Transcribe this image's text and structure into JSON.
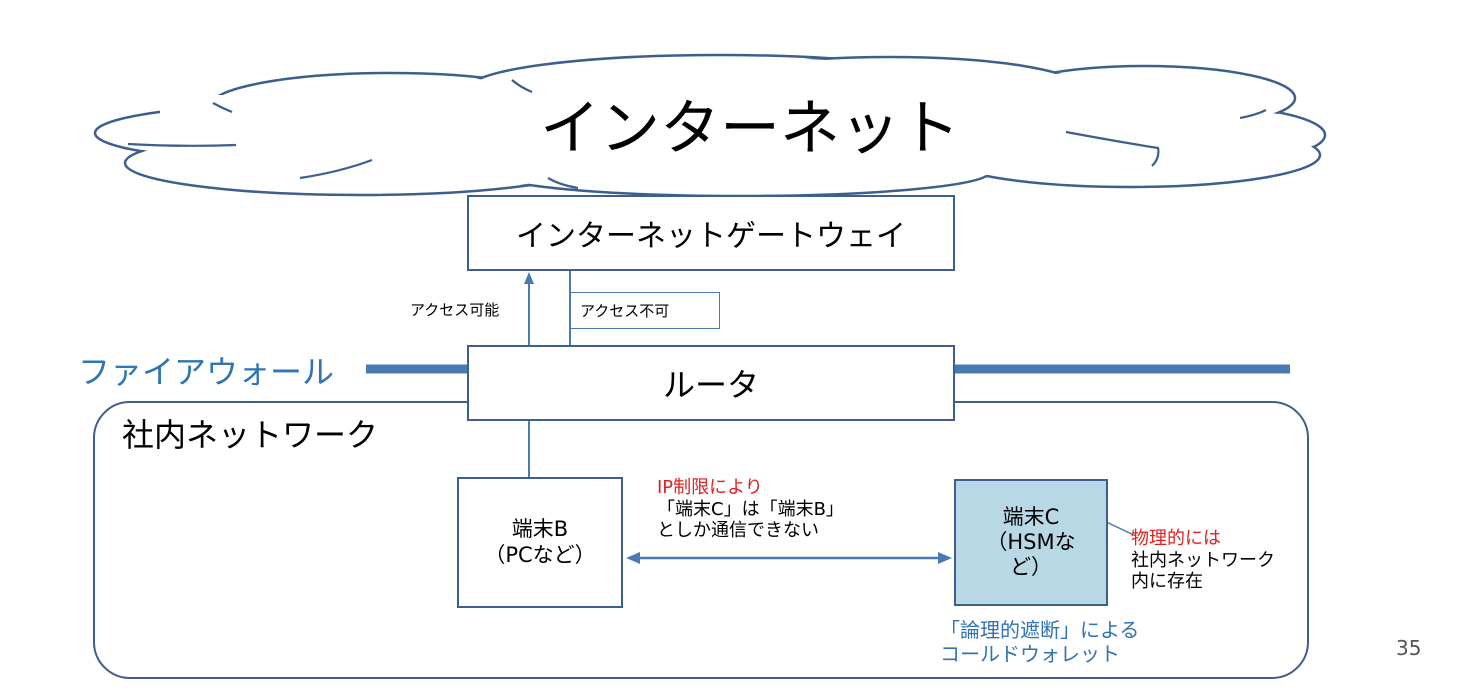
{
  "cloud": {
    "title": "インターネット"
  },
  "gateway": {
    "label": "インターネットゲートウェイ"
  },
  "router": {
    "label": "ルータ"
  },
  "firewall": {
    "label": "ファイアウォール"
  },
  "internal_network": {
    "label": "社内ネットワーク"
  },
  "access": {
    "allowed": "アクセス可能",
    "denied": "アクセス不可"
  },
  "terminal_b": {
    "line1": "端末B",
    "line2": "（PCなど）"
  },
  "terminal_c": {
    "line1": "端末C",
    "line2": "（HSMな",
    "line3": "ど）"
  },
  "ip_restriction": {
    "title": "IP制限により",
    "line1": "「端末C」は「端末B」",
    "line2": "としか通信できない"
  },
  "physical": {
    "title": "物理的には",
    "line1": "社内ネットワーク",
    "line2": "内に存在"
  },
  "cold_wallet": {
    "line1": "「論理的遮断」による",
    "line2": "コールドウォレット"
  },
  "page_number": "35",
  "colors": {
    "line": "#3d5f8e",
    "firewall": "#4a79b4",
    "accent_text": "#2f74b5",
    "highlight": "#e02020",
    "terminal_c_fill": "#b7d8e4"
  }
}
